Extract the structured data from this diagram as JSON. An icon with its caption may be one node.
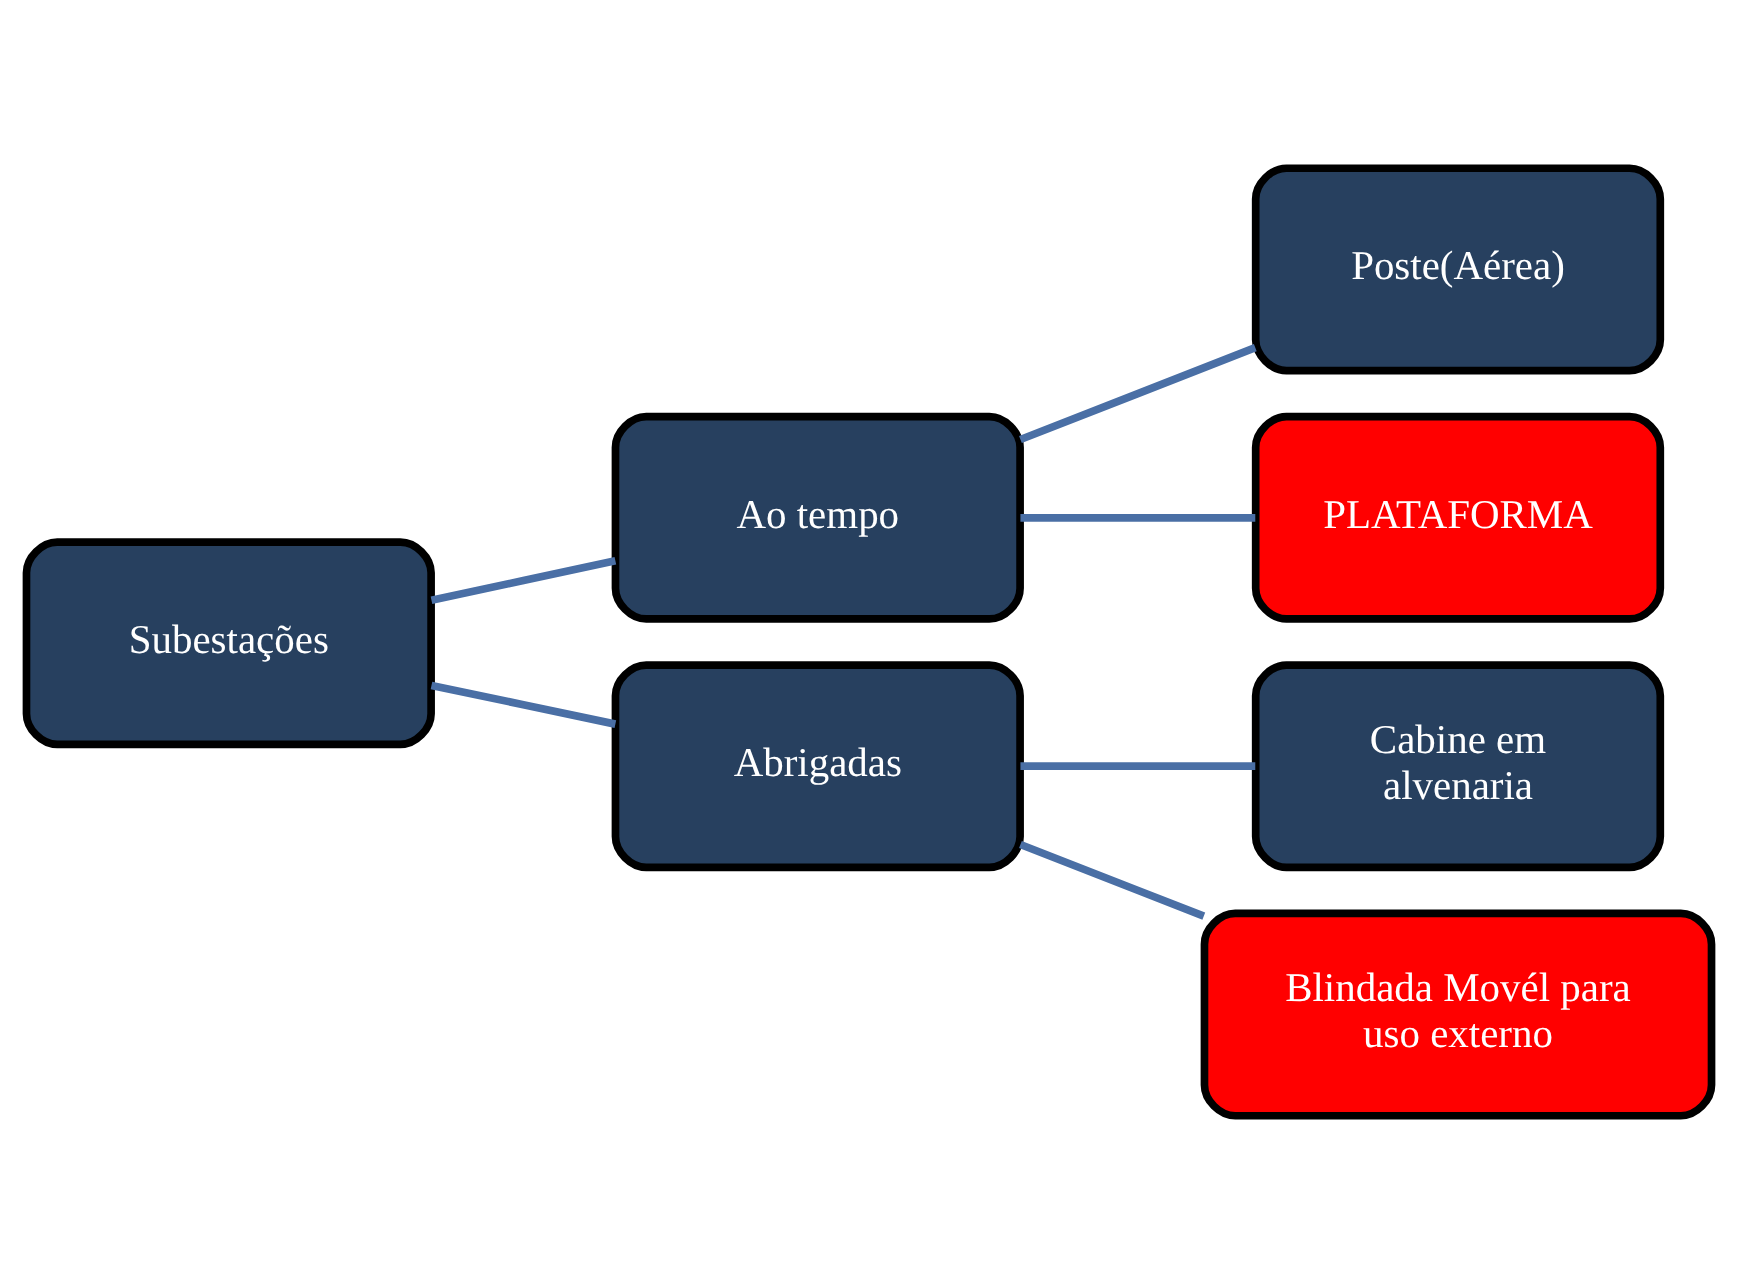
{
  "diagram": {
    "nodes": [
      {
        "text": [
          "Subestações"
        ]
      },
      {
        "text": [
          "Ao tempo"
        ]
      },
      {
        "text": [
          "Abrigadas"
        ]
      },
      {
        "text": [
          "Poste(Aérea)"
        ]
      },
      {
        "text": [
          "PLATAFORMA"
        ]
      },
      {
        "text": [
          "Cabine em alvenaria"
        ]
      },
      {
        "text": [
          "Blindada Movél para uso externo"
        ]
      }
    ],
    "edges": [
      {
        "from": 0,
        "to": 1,
        "arrow": "none"
      },
      {
        "from": 0,
        "to": 2,
        "arrow": "none"
      },
      {
        "from": 1,
        "to": 3,
        "arrow": "none"
      },
      {
        "from": 1,
        "to": 4,
        "arrow": "none"
      },
      {
        "from": 2,
        "to": 5,
        "arrow": "none"
      },
      {
        "from": 2,
        "to": 6,
        "arrow": "none"
      }
    ]
  }
}
